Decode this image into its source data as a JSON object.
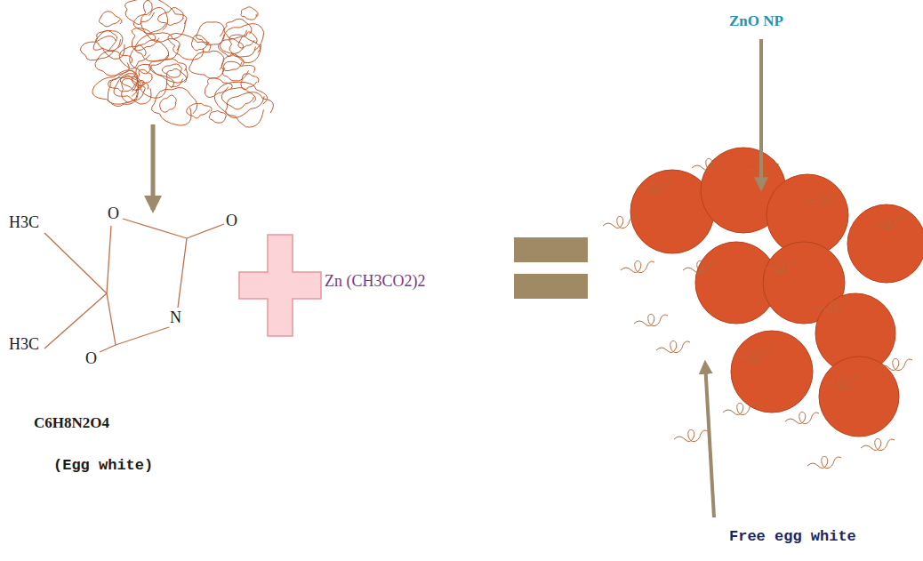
{
  "diagram": {
    "labels": [
      "H3C",
      "O",
      "O",
      "N",
      "H3C",
      "O",
      "C6H8N2O4",
      "(Egg white)",
      "Zn (CH3CO2)2",
      "ZnO NP",
      "Free egg white"
    ]
  }
}
